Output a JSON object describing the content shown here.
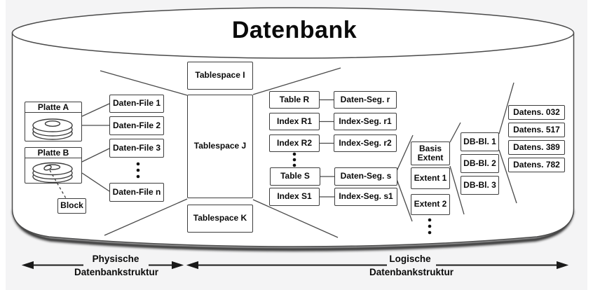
{
  "title": "Datenbank",
  "physical": {
    "disk_a": "Platte A",
    "disk_b": "Platte B",
    "block": "Block",
    "files": [
      "Daten-File 1",
      "Daten-File 2",
      "Daten-File 3",
      "Daten-File n"
    ]
  },
  "tablespaces": [
    "Tablespace I",
    "Tablespace J",
    "Tablespace K"
  ],
  "segments": [
    {
      "object": "Table R",
      "segment": "Daten-Seg. r"
    },
    {
      "object": "Index R1",
      "segment": "Index-Seg. r1"
    },
    {
      "object": "Index R2",
      "segment": "Index-Seg. r2"
    },
    {
      "object": "Table S",
      "segment": "Daten-Seg. s"
    },
    {
      "object": "Index S1",
      "segment": "Index-Seg. s1"
    }
  ],
  "extents": [
    "Basis Extent",
    "Extent 1",
    "Extent 2"
  ],
  "db_blocks": [
    "DB-Bl. 1",
    "DB-Bl. 2",
    "DB-Bl. 3"
  ],
  "records": [
    "Datens. 032",
    "Datens. 517",
    "Datens. 389",
    "Datens. 782"
  ],
  "legend": {
    "physical_line1": "Physische",
    "physical_line2": "Datenbankstruktur",
    "logical_line1": "Logische",
    "logical_line2": "Datenbankstruktur"
  },
  "colors": {
    "accent": "#3d3d3d",
    "background": "#f4f4f5"
  }
}
